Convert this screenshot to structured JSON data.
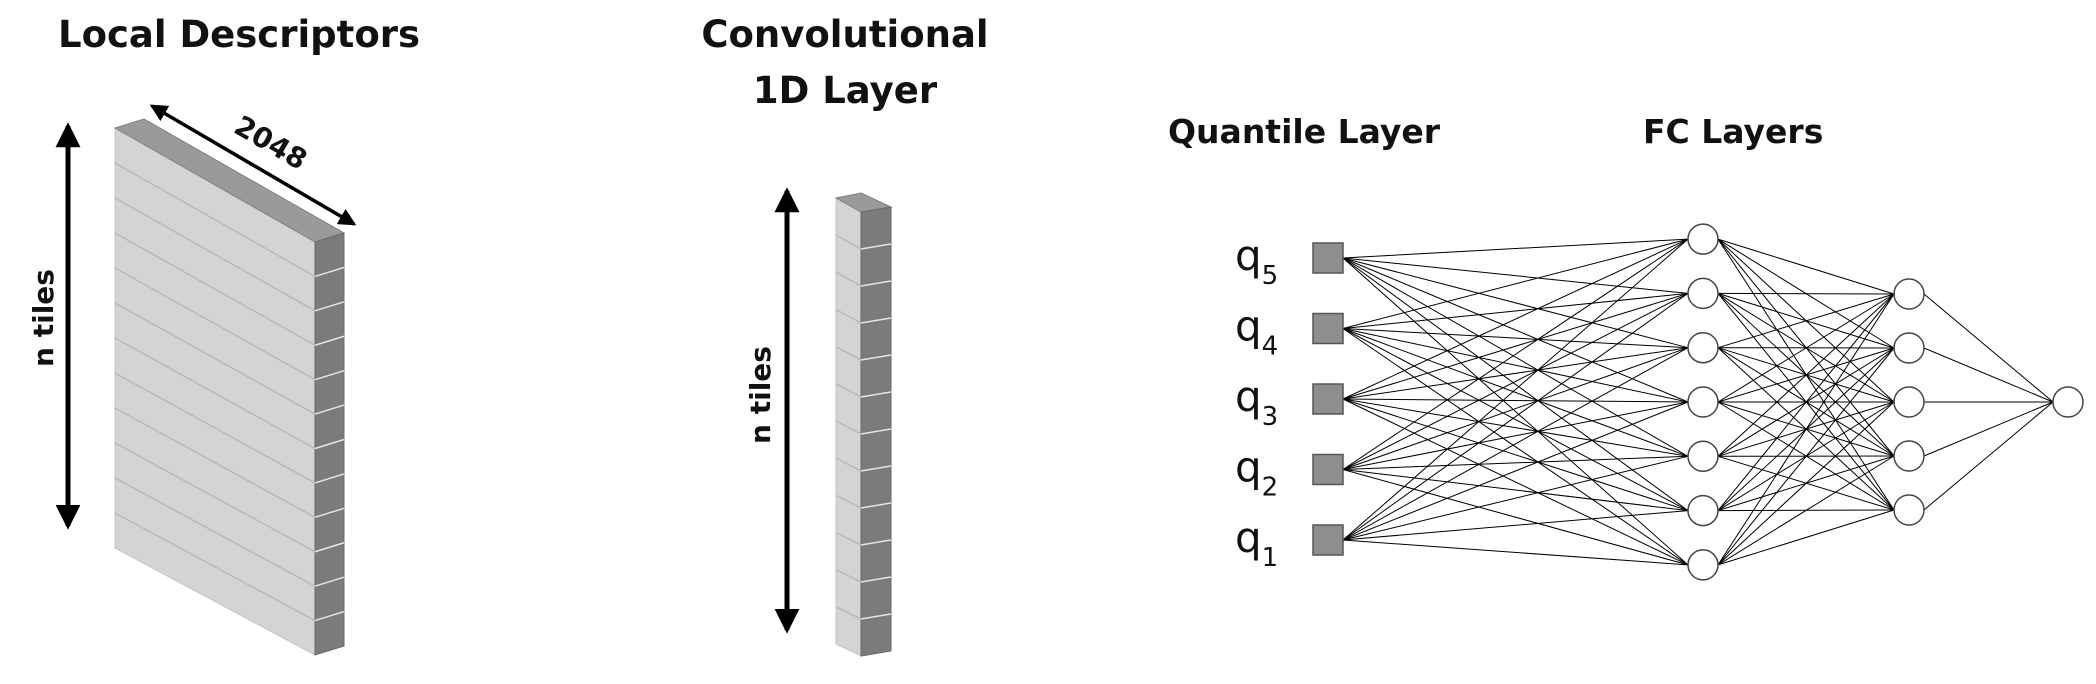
{
  "local_descriptors": {
    "title": "Local Descriptors",
    "width_label": "2048",
    "height_label": "n tiles",
    "tile_count": 12
  },
  "conv_layer": {
    "title_line1": "Convolutional",
    "title_line2": "1D Layer",
    "height_label": "n tiles",
    "tile_count": 12
  },
  "quantile_layer": {
    "title": "Quantile Layer",
    "nodes": [
      {
        "base": "q",
        "sub": "5"
      },
      {
        "base": "q",
        "sub": "4"
      },
      {
        "base": "q",
        "sub": "3"
      },
      {
        "base": "q",
        "sub": "2"
      },
      {
        "base": "q",
        "sub": "1"
      }
    ]
  },
  "fc_layers": {
    "title": "FC Layers",
    "layer_sizes": [
      7,
      5,
      1
    ]
  },
  "colors": {
    "face_light": "#d4d4d4",
    "face_dark": "#7b7b7b",
    "face_top": "#9a9a9a",
    "quantile_box": "#8e8e8e",
    "line": "#000000"
  }
}
